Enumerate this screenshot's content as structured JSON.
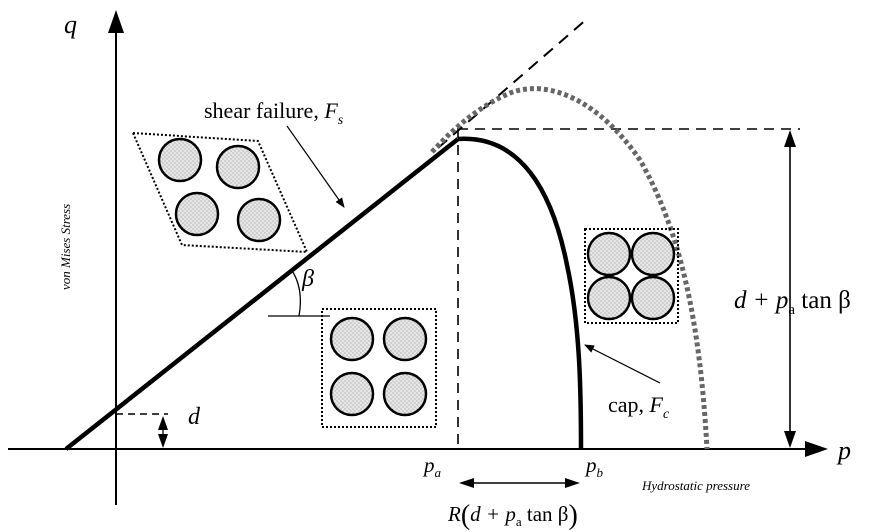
{
  "diagram": {
    "axes": {
      "q_label": "q",
      "p_label": "p",
      "y_title": "von Mises Stress",
      "x_title": "Hydrostatic pressure"
    },
    "labels": {
      "shear": {
        "text": "shear failure, ",
        "symbol": "F",
        "sub": "s"
      },
      "cap": {
        "text": "cap, ",
        "symbol": "F",
        "sub": "c"
      },
      "beta": "β",
      "d": "d",
      "pa": {
        "symbol": "p",
        "sub": "a"
      },
      "pb": {
        "symbol": "p",
        "sub": "b"
      },
      "height": {
        "d": "d + ",
        "p": "p",
        "sub": "a",
        "rest": " tan β"
      },
      "width": {
        "R": "R",
        "open": "(",
        "d": "d + ",
        "p": "p",
        "sub": "a",
        "rest": " tan β",
        "close": ")"
      }
    },
    "colors": {
      "line": "#000000",
      "dotted_envelope": "#666666",
      "particle_fill": "#d8d8d8"
    }
  }
}
